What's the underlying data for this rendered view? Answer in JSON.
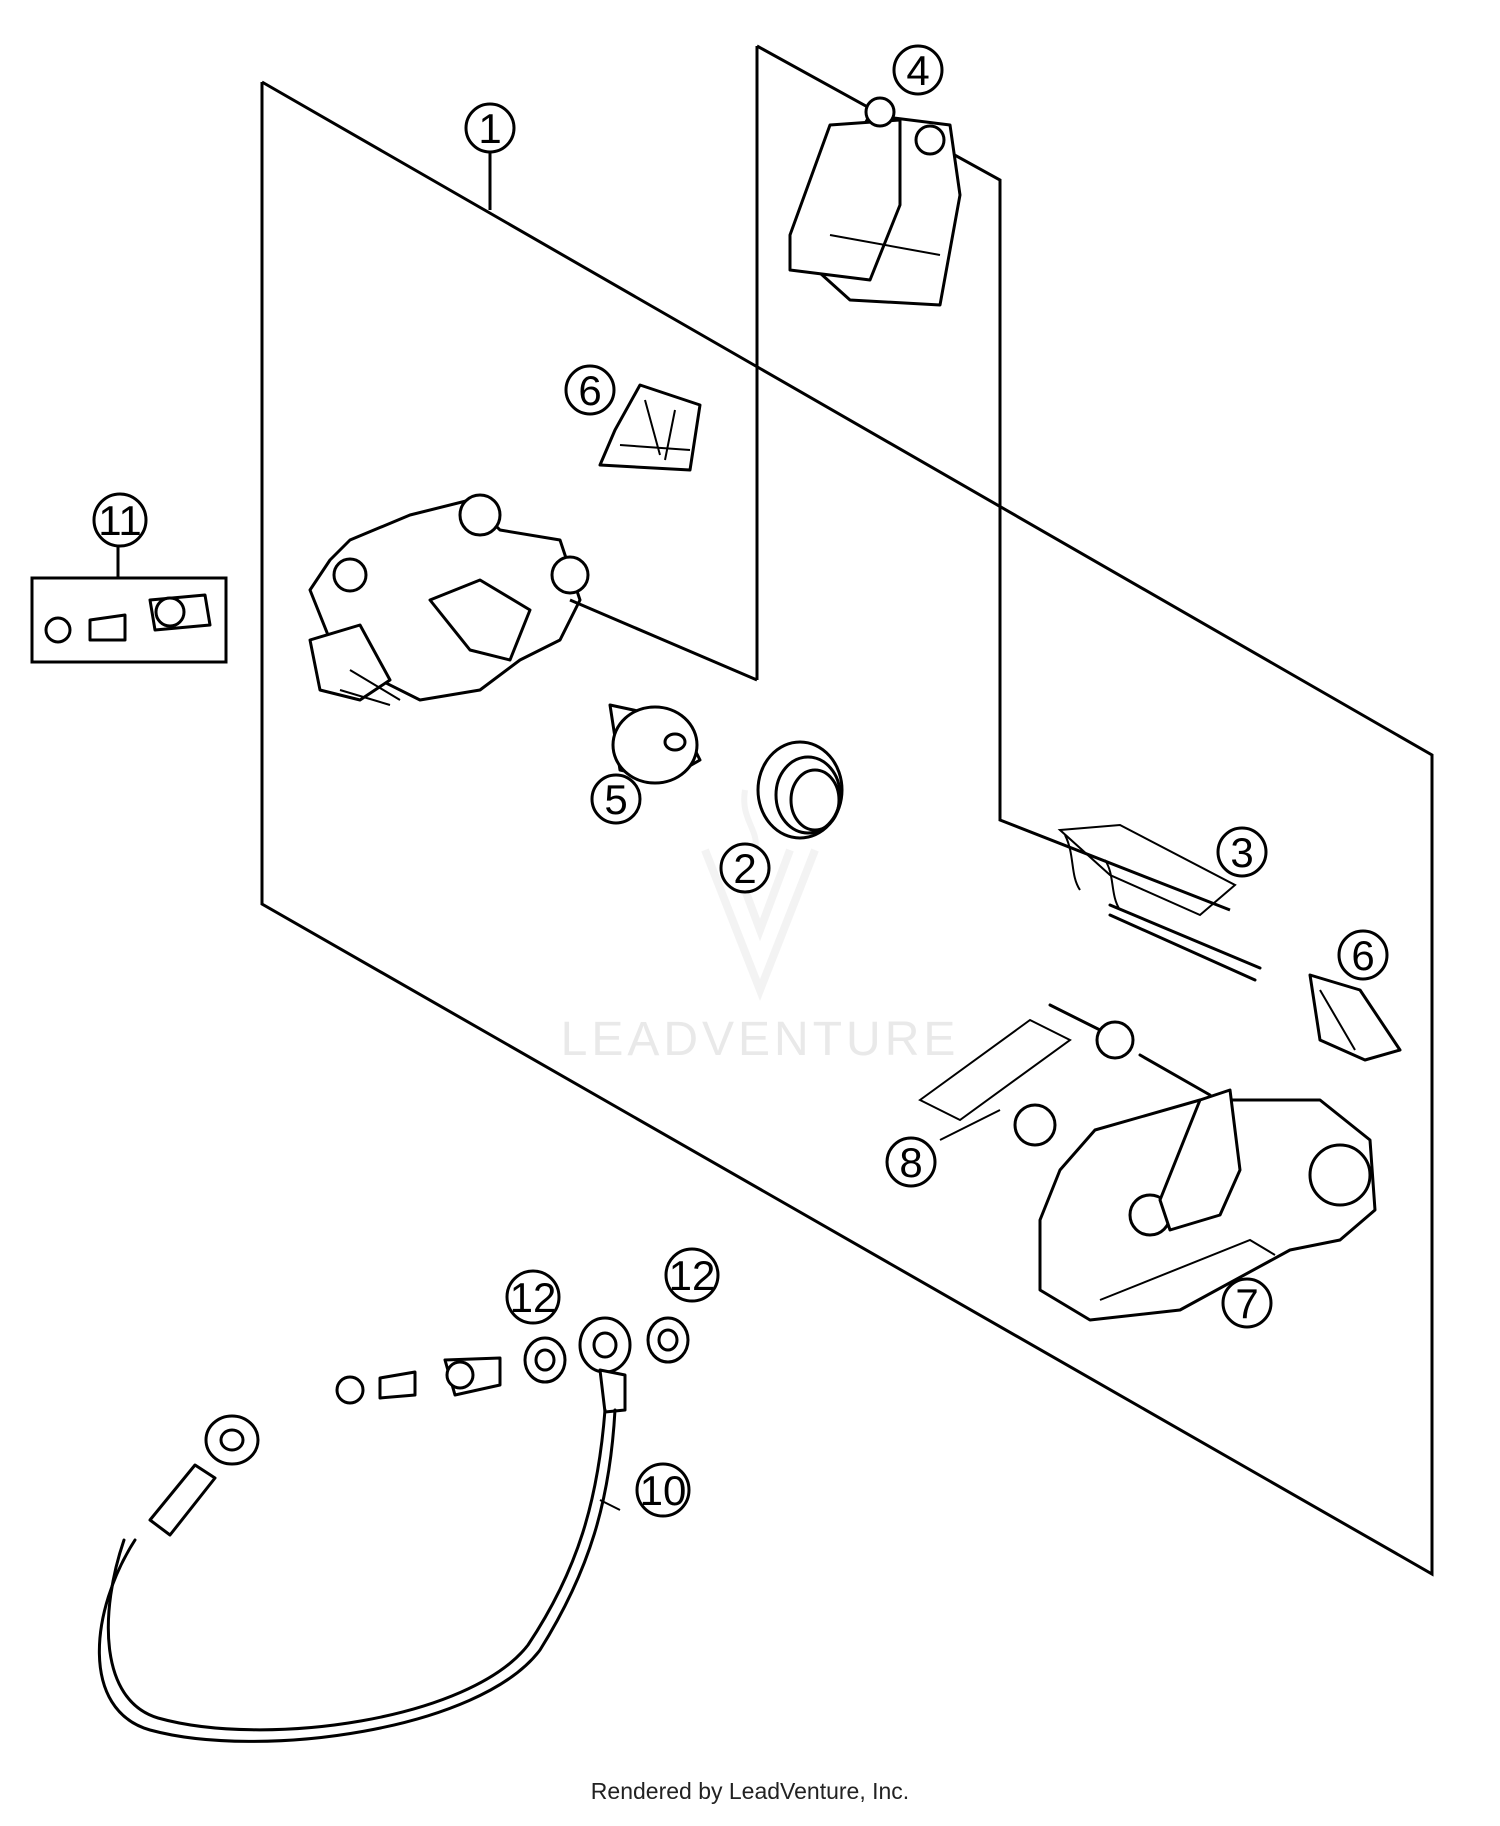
{
  "callouts": {
    "c1": "1",
    "c2": "2",
    "c3": "3",
    "c4": "4",
    "c5": "5",
    "c6a": "6",
    "c6b": "6",
    "c7": "7",
    "c8": "8",
    "c10": "10",
    "c11": "11",
    "c12a": "12",
    "c12b": "12"
  },
  "watermark": {
    "text": "LEADVENTURE"
  },
  "footer": {
    "text": "Rendered by LeadVenture, Inc."
  }
}
